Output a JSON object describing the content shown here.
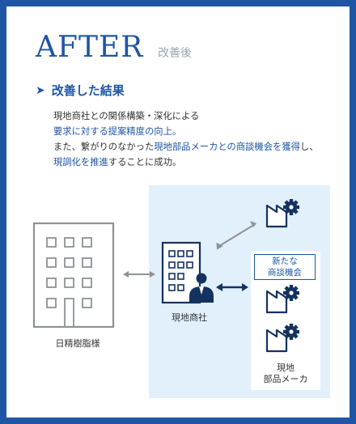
{
  "header": {
    "title": "AFTER",
    "subtitle": "改善後"
  },
  "section": {
    "heading": "改善した結果",
    "lines": [
      [
        {
          "text": "現地商社との関係構築・深化による",
          "hl": false
        }
      ],
      [
        {
          "text": "要求に対する提案精度の向上。",
          "hl": true
        }
      ],
      [
        {
          "text": "また、繋がりのなかった",
          "hl": false
        },
        {
          "text": "現地部品メーカとの商談機会を獲得",
          "hl": true
        },
        {
          "text": "し、",
          "hl": false
        }
      ],
      [
        {
          "text": "現調化を推進",
          "hl": true
        },
        {
          "text": "することに成功。",
          "hl": false
        }
      ]
    ]
  },
  "diagram": {
    "company_label": "日精樹脂様",
    "trading_label": "現地商社",
    "new_opportunity_line1": "新たな",
    "new_opportunity_line2": "商談機会",
    "maker_label_line1": "現地",
    "maker_label_line2": "部品メーカ",
    "colors": {
      "primary": "#1f55a5",
      "navy": "#14325f",
      "gray": "#8e9196",
      "panel": "#e1f0fb"
    },
    "icons": [
      "building-icon",
      "office-building-icon",
      "person-icon",
      "factory-gear-icon"
    ]
  }
}
